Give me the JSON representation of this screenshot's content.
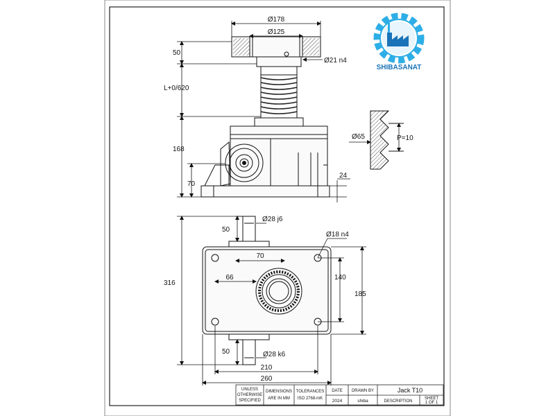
{
  "brand": {
    "name": "SHIBASANAT",
    "primary_color": "#1a73b8",
    "accent_color": "#2eaee6"
  },
  "dimensions": {
    "flange_outer": "Ø178",
    "flange_inner": "Ø125",
    "flange_height": "50",
    "shaft_tip": "Ø21 n4",
    "travel": "L+0/620",
    "body_height": "168",
    "base_height": "70",
    "base_plate": "24",
    "thread_dia": "Ø65",
    "thread_pitch": "P=10",
    "shaft_top_len": "50",
    "shaft_top_dia": "Ø28 j6",
    "hole_dia": "Ø18 n4",
    "hole_spacing": "70",
    "center_offset": "66",
    "inner_height": "140",
    "outer_height": "185",
    "overall_length": "316",
    "shaft_bottom_len": "50",
    "shaft_bottom_dia": "Ø28 k6",
    "width_inner": "210",
    "width_outer": "260"
  },
  "title_block": {
    "unless_l1": "UNLESS",
    "unless_l2": "OTHERWISE",
    "unless_l3": "SPECIFIED",
    "dims_l1": "DIMENSIONS",
    "dims_l2": "ARE IN MM",
    "tol_label": "TOLERANCES",
    "tol_value": "ISO 2768-mK",
    "date_label": "DATE",
    "date_value": "2024",
    "drawn_label": "DRAWN BY",
    "drawn_value": "shiba",
    "title": "Jack T10",
    "desc_label": "DESCRIPTION",
    "sheet_l1": "SHEET",
    "sheet_l2": "1 OF 1"
  }
}
